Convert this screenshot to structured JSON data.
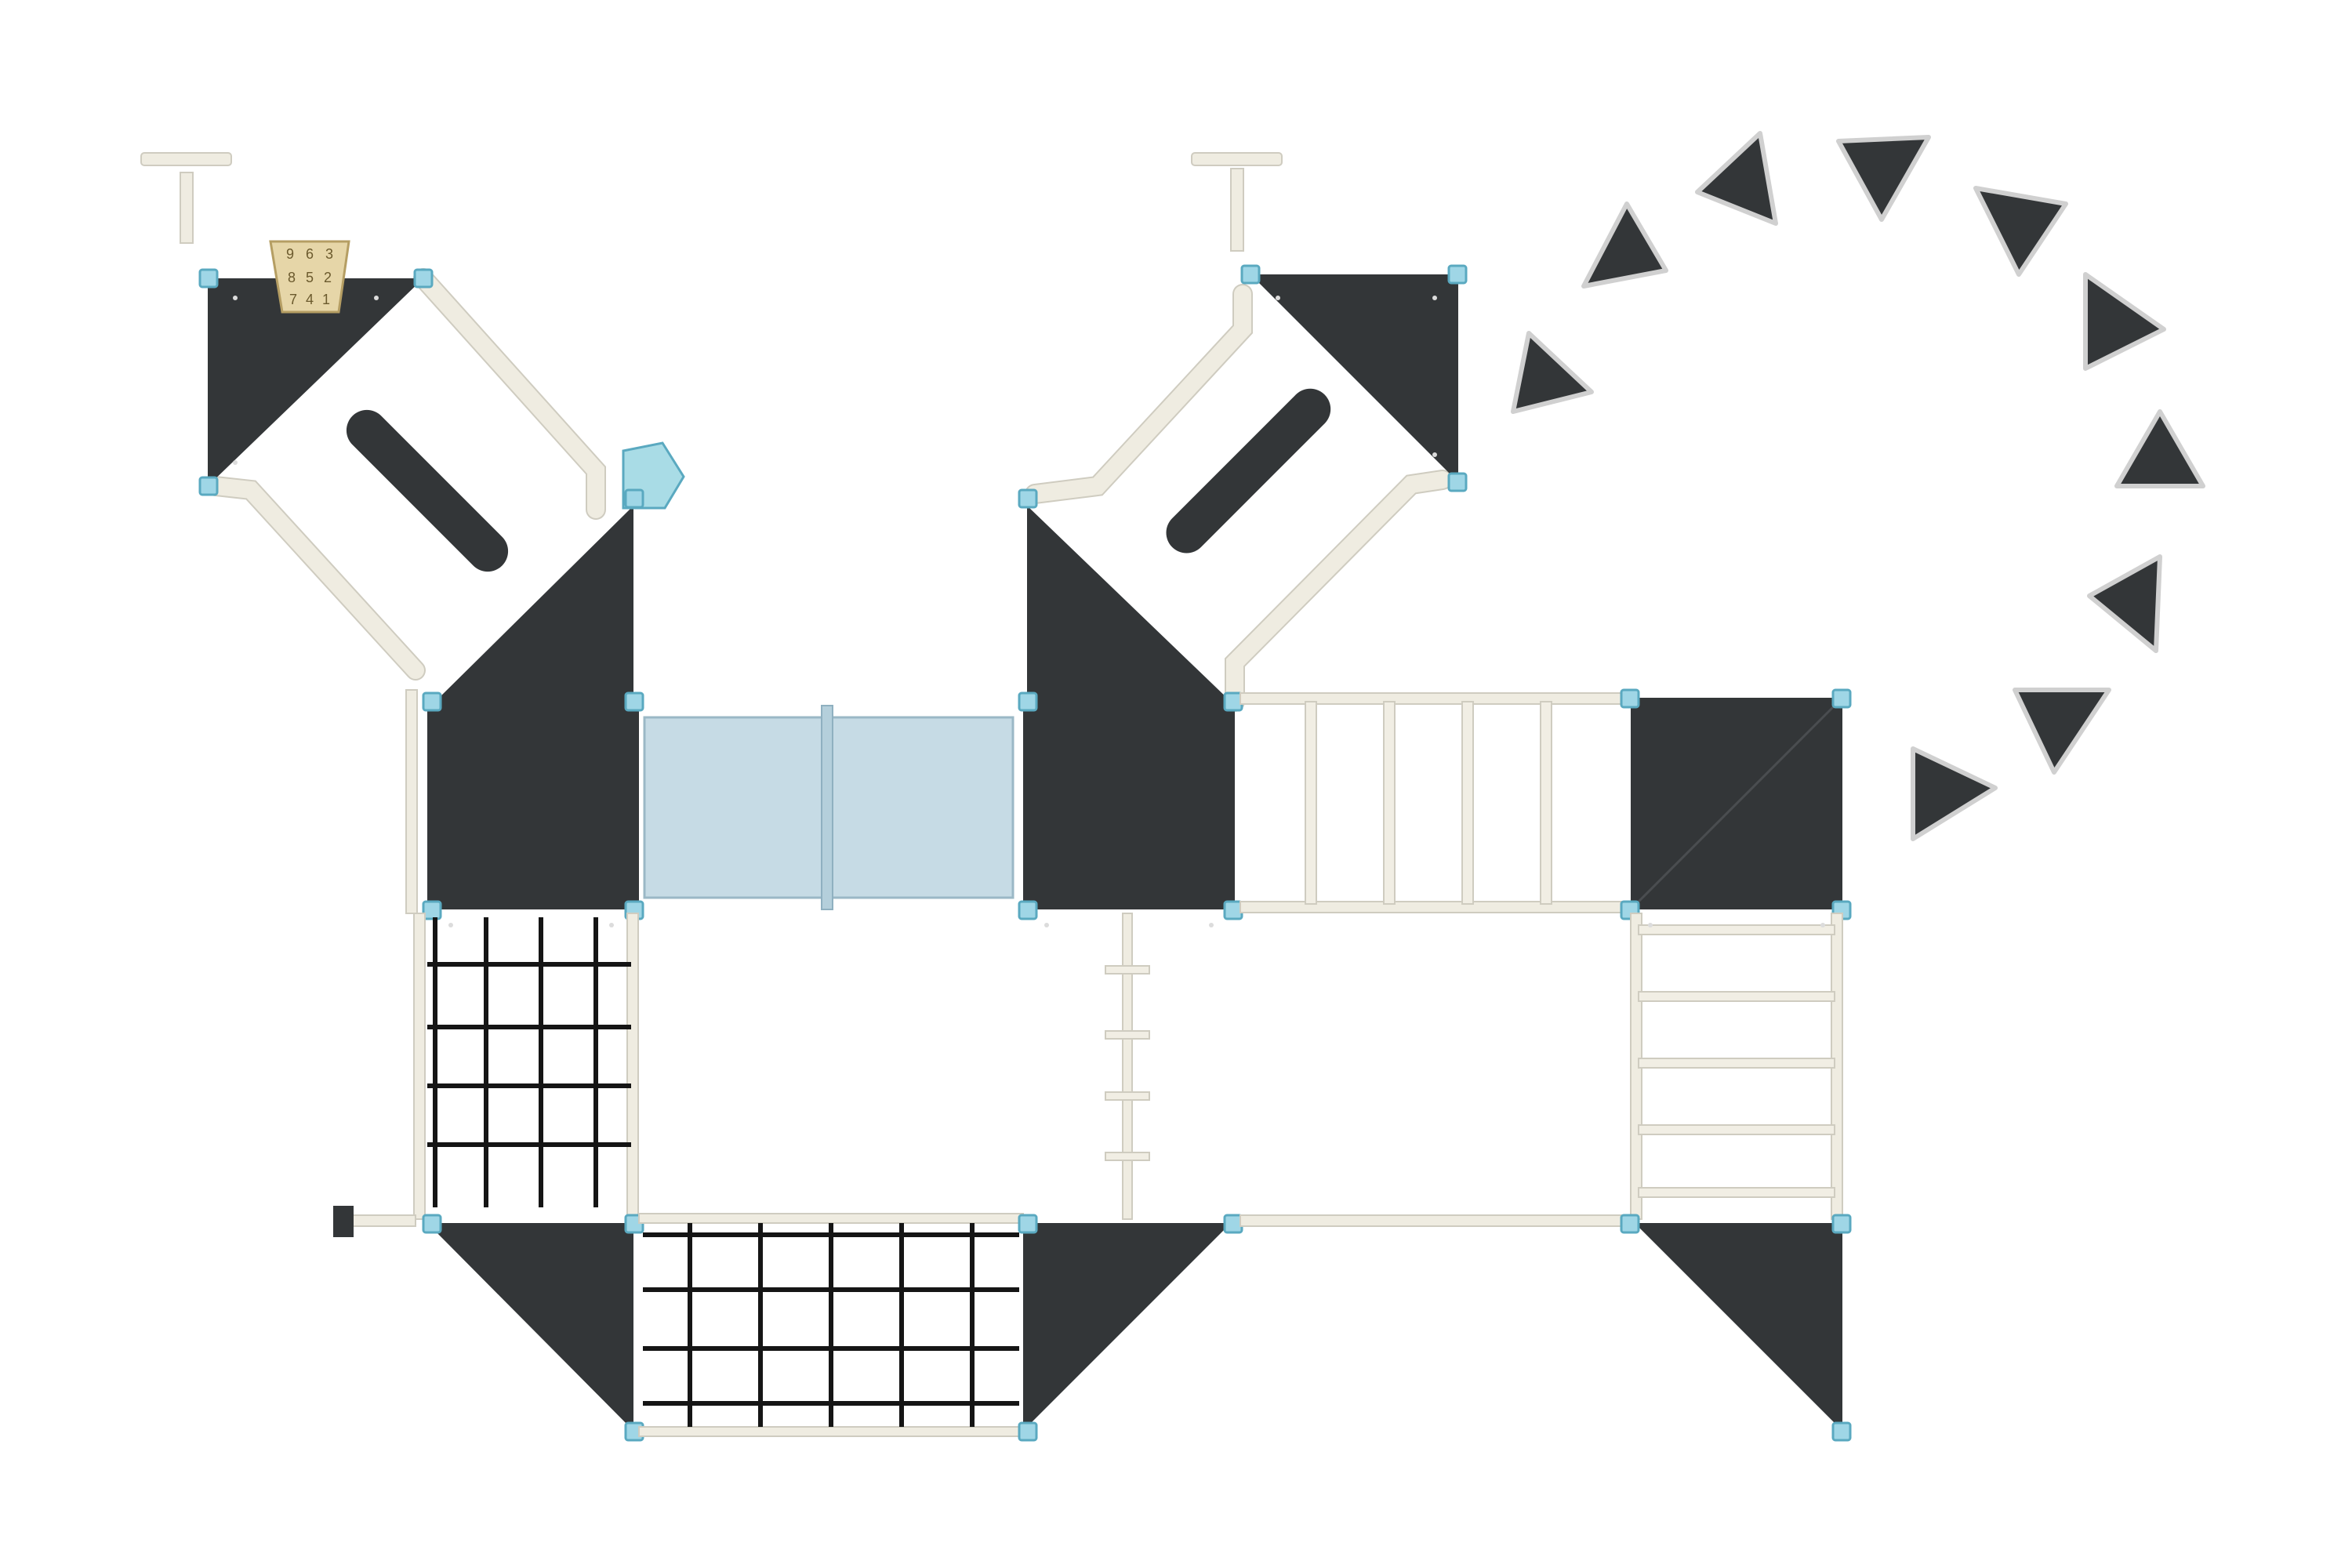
{
  "drawing": {
    "view": "top-view plan",
    "colors": {
      "deck": "#333638",
      "rail": "#efece1",
      "post": "#9fd6e6",
      "tube": "#c6dbe5",
      "net": "#151515",
      "climbing_hold": "#333638"
    }
  },
  "sign_panel": {
    "characters": [
      "9",
      "6",
      "3",
      "8",
      "5",
      "2",
      "7",
      "4",
      "1"
    ]
  }
}
